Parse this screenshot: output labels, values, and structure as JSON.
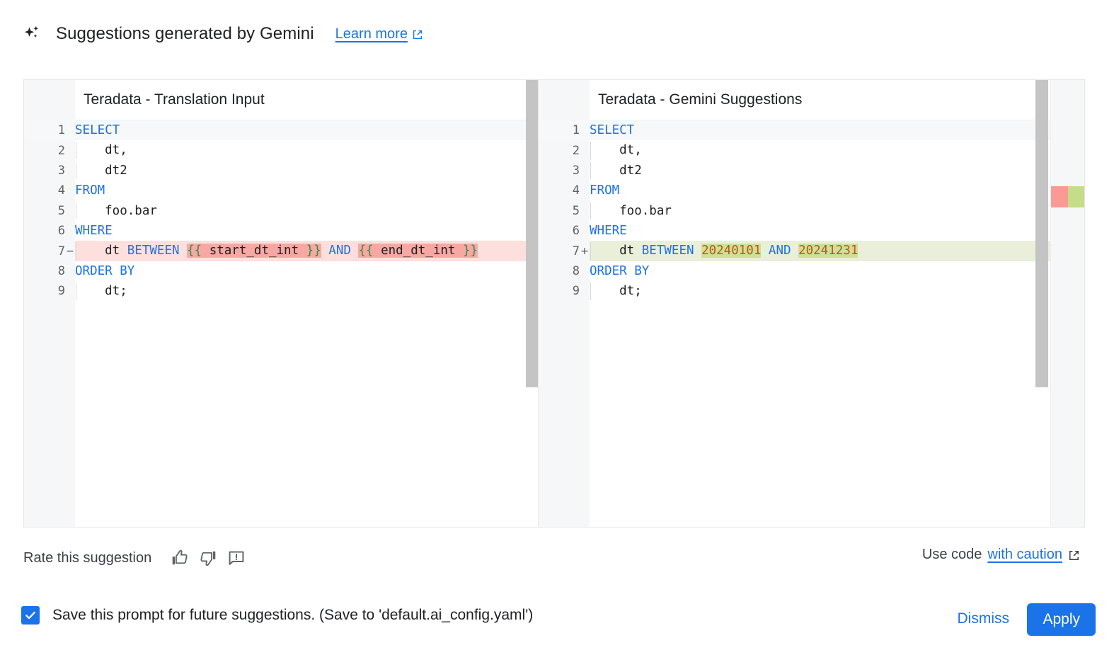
{
  "header": {
    "sparkle_icon": "sparkle-icon",
    "title": "Suggestions generated by Gemini",
    "learn_more": "Learn more",
    "external_icon": "external-link-icon"
  },
  "diff": {
    "left": {
      "title": "Teradata - Translation Input",
      "lines": [
        {
          "n": "1",
          "marker": "",
          "type": "normal",
          "indent": 0,
          "tokens": [
            {
              "t": "SELECT",
              "c": "kw"
            }
          ]
        },
        {
          "n": "2",
          "marker": "",
          "type": "normal",
          "indent": 1,
          "tokens": [
            {
              "t": "    dt,",
              "c": "plain"
            }
          ]
        },
        {
          "n": "3",
          "marker": "",
          "type": "normal",
          "indent": 1,
          "tokens": [
            {
              "t": "    dt2",
              "c": "plain"
            }
          ]
        },
        {
          "n": "4",
          "marker": "",
          "type": "normal",
          "indent": 0,
          "tokens": [
            {
              "t": "FROM",
              "c": "kw"
            }
          ]
        },
        {
          "n": "5",
          "marker": "",
          "type": "normal",
          "indent": 1,
          "tokens": [
            {
              "t": "    foo.bar",
              "c": "plain"
            }
          ]
        },
        {
          "n": "6",
          "marker": "",
          "type": "normal",
          "indent": 0,
          "tokens": [
            {
              "t": "WHERE",
              "c": "kw"
            }
          ]
        },
        {
          "n": "7",
          "marker": "−",
          "type": "del",
          "indent": 1,
          "tokens": [
            {
              "t": "    dt ",
              "c": "plain"
            },
            {
              "t": "BETWEEN",
              "c": "kw"
            },
            {
              "t": " ",
              "c": "plain"
            },
            {
              "t": "{{",
              "c": "brc",
              "hl": "del"
            },
            {
              "t": " start_dt_int ",
              "c": "plain",
              "hl": "del"
            },
            {
              "t": "}}",
              "c": "brc",
              "hl": "del"
            },
            {
              "t": " ",
              "c": "plain"
            },
            {
              "t": "AND",
              "c": "kw"
            },
            {
              "t": " ",
              "c": "plain"
            },
            {
              "t": "{{",
              "c": "brc",
              "hl": "del"
            },
            {
              "t": " end_dt_int ",
              "c": "plain",
              "hl": "del"
            },
            {
              "t": "}}",
              "c": "brc",
              "hl": "del"
            }
          ]
        },
        {
          "n": "8",
          "marker": "",
          "type": "normal",
          "indent": 0,
          "tokens": [
            {
              "t": "ORDER BY",
              "c": "kw"
            }
          ]
        },
        {
          "n": "9",
          "marker": "",
          "type": "normal",
          "indent": 1,
          "tokens": [
            {
              "t": "    dt;",
              "c": "plain"
            }
          ]
        }
      ]
    },
    "right": {
      "title": "Teradata - Gemini Suggestions",
      "lines": [
        {
          "n": "1",
          "marker": "",
          "type": "normal",
          "indent": 0,
          "tokens": [
            {
              "t": "SELECT",
              "c": "kw"
            }
          ]
        },
        {
          "n": "2",
          "marker": "",
          "type": "normal",
          "indent": 1,
          "tokens": [
            {
              "t": "    dt,",
              "c": "plain"
            }
          ]
        },
        {
          "n": "3",
          "marker": "",
          "type": "normal",
          "indent": 1,
          "tokens": [
            {
              "t": "    dt2",
              "c": "plain"
            }
          ]
        },
        {
          "n": "4",
          "marker": "",
          "type": "normal",
          "indent": 0,
          "tokens": [
            {
              "t": "FROM",
              "c": "kw"
            }
          ]
        },
        {
          "n": "5",
          "marker": "",
          "type": "normal",
          "indent": 1,
          "tokens": [
            {
              "t": "    foo.bar",
              "c": "plain"
            }
          ]
        },
        {
          "n": "6",
          "marker": "",
          "type": "normal",
          "indent": 0,
          "tokens": [
            {
              "t": "WHERE",
              "c": "kw"
            }
          ]
        },
        {
          "n": "7",
          "marker": "+",
          "type": "ins",
          "indent": 1,
          "tokens": [
            {
              "t": "    dt ",
              "c": "plain"
            },
            {
              "t": "BETWEEN",
              "c": "kw"
            },
            {
              "t": " ",
              "c": "plain"
            },
            {
              "t": "20240101",
              "c": "num",
              "hl": "ins"
            },
            {
              "t": " ",
              "c": "plain"
            },
            {
              "t": "AND",
              "c": "kw"
            },
            {
              "t": " ",
              "c": "plain"
            },
            {
              "t": "20241231",
              "c": "num",
              "hl": "ins"
            }
          ]
        },
        {
          "n": "8",
          "marker": "",
          "type": "normal",
          "indent": 0,
          "tokens": [
            {
              "t": "ORDER BY",
              "c": "kw"
            }
          ]
        },
        {
          "n": "9",
          "marker": "",
          "type": "normal",
          "indent": 1,
          "tokens": [
            {
              "t": "    dt;",
              "c": "plain"
            }
          ]
        }
      ]
    }
  },
  "rate": {
    "label": "Rate this suggestion",
    "thumb_up": "thumb-up-icon",
    "thumb_down": "thumb-down-icon",
    "report": "report-feedback-icon",
    "caution_prefix": "Use code",
    "caution_link": "with caution"
  },
  "footer": {
    "checkbox_checked": true,
    "checkbox_label": "Save this prompt for future suggestions. (Save to 'default.ai_config.yaml')",
    "dismiss": "Dismiss",
    "apply": "Apply"
  },
  "colors": {
    "accent": "#1a73e8",
    "keyword": "#1a73e8",
    "number": "#c2560f",
    "brace": "#2e8b4f",
    "deleted_bg": "#fde0de",
    "deleted_hl": "#f8a8a2",
    "inserted_bg": "#eaefda",
    "inserted_hl": "#cfdf9a",
    "ruler_del": "#f99a95",
    "ruler_ins": "#c5dd86"
  }
}
